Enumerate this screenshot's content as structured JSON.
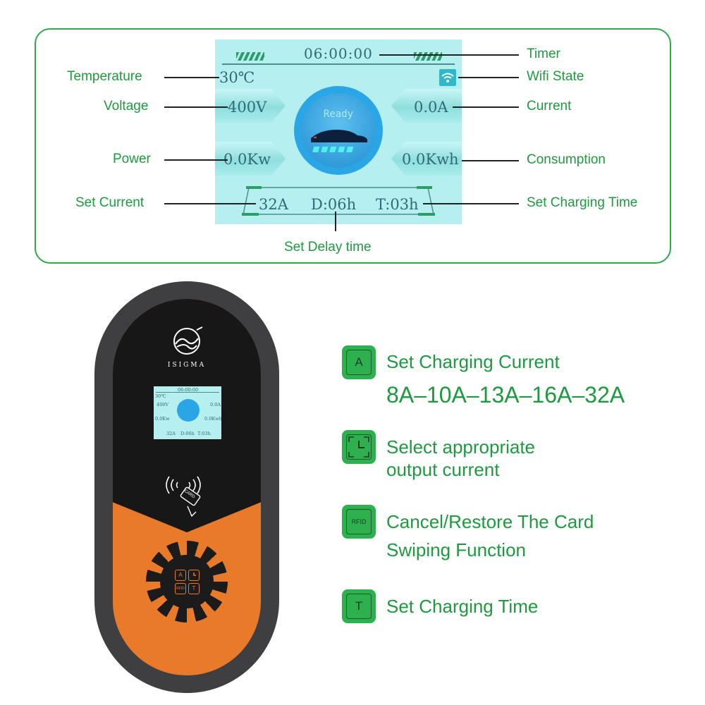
{
  "diagram": {
    "labels": {
      "temperature": "Temperature",
      "voltage": "Voltage",
      "power": "Power",
      "set_current": "Set Current",
      "timer": "Timer",
      "wifi_state": "Wifi State",
      "current": "Current",
      "consumption": "Consumption",
      "set_charging_time": "Set Charging Time",
      "set_delay_time": "Set Delay time"
    },
    "lcd": {
      "timer": "06:00:00",
      "temperature": "30℃",
      "voltage": "400V",
      "current": "0.0A",
      "power": "0.0Kw",
      "consumption": "0.0Kwh",
      "set_current": "32A",
      "delay": "D:06h",
      "charge_time": "T:03h",
      "status": "Ready"
    }
  },
  "device": {
    "brand": "ISIGMA",
    "mini_lcd": {
      "timer": "06:00:00",
      "temperature": "30℃",
      "voltage": "400V",
      "current": "0.0A",
      "power": "0.0Kw",
      "consumption": "0.0Kwh",
      "set_current": "32A",
      "delay": "D:06h",
      "charge_time": "T:03h"
    },
    "card_label": "CARD",
    "keys": {
      "a": "A",
      "rfid": "RFID",
      "t": "T"
    }
  },
  "features": [
    {
      "icon": "A",
      "line1": "Set Charging Current",
      "line2": "8A–10A–13A–16A–32A"
    },
    {
      "icon": "",
      "line1": "Select appropriate",
      "line2": "output current"
    },
    {
      "icon": "RFID",
      "line1": "Cancel/Restore The Card",
      "line2": "Swiping Function"
    },
    {
      "icon": "T",
      "line1": "Set Charging Time",
      "line2": ""
    }
  ],
  "colors": {
    "accent_green": "#2fb04e",
    "label_green": "#1e9a3e",
    "lcd_bg": "#b6efef",
    "device_orange": "#e97a2a"
  }
}
